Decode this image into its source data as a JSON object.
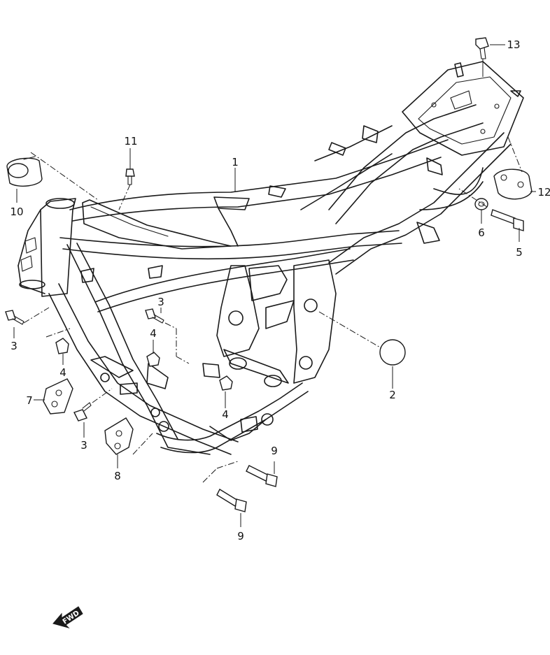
{
  "diagram": {
    "callouts": [
      {
        "id": "c1",
        "label": "1"
      },
      {
        "id": "c2",
        "label": "2"
      },
      {
        "id": "c3a",
        "label": "3"
      },
      {
        "id": "c3b",
        "label": "3"
      },
      {
        "id": "c3c",
        "label": "3"
      },
      {
        "id": "c4a",
        "label": "4"
      },
      {
        "id": "c4b",
        "label": "4"
      },
      {
        "id": "c4c",
        "label": "4"
      },
      {
        "id": "c5",
        "label": "5"
      },
      {
        "id": "c6",
        "label": "6"
      },
      {
        "id": "c7",
        "label": "7"
      },
      {
        "id": "c8",
        "label": "8"
      },
      {
        "id": "c9a",
        "label": "9"
      },
      {
        "id": "c9b",
        "label": "9"
      },
      {
        "id": "c10",
        "label": "10"
      },
      {
        "id": "c11",
        "label": "11"
      },
      {
        "id": "c12",
        "label": "12"
      },
      {
        "id": "c13",
        "label": "13"
      }
    ],
    "fwd_label": "FWD",
    "fwd_icon": "forward-arrow-icon"
  }
}
